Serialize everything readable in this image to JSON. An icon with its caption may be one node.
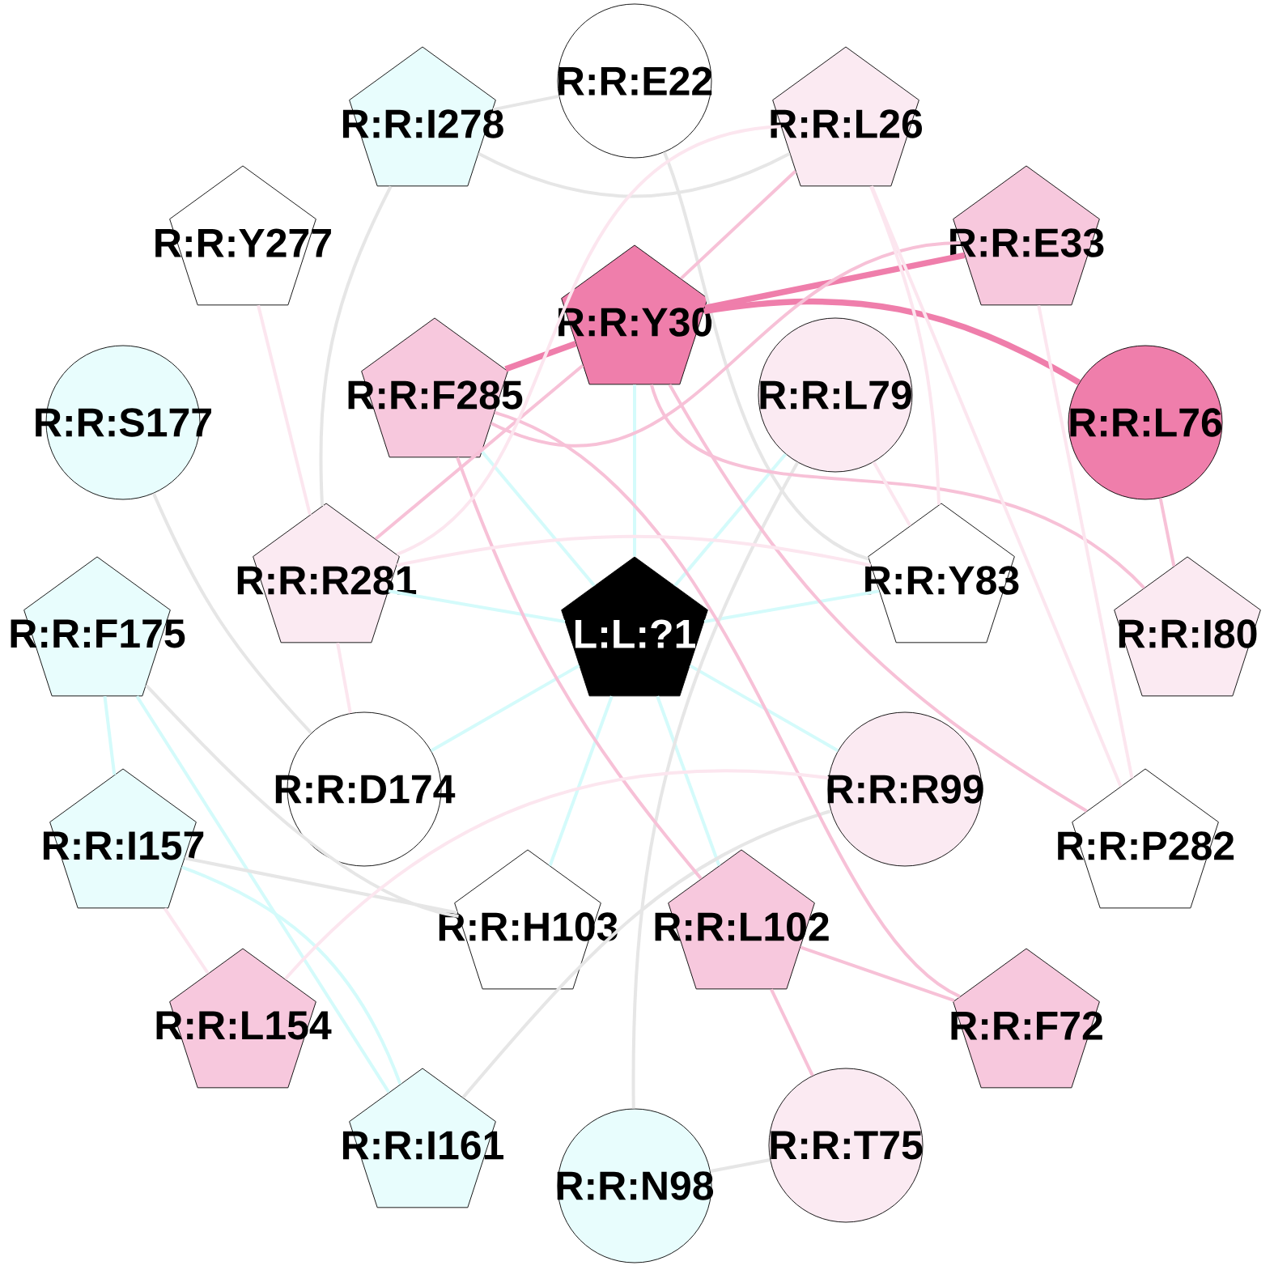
{
  "diagram": {
    "nodes": [
      {
        "text": [
          "R:R:E22"
        ]
      },
      {
        "text": [
          "R:R:I278"
        ]
      },
      {
        "text": [
          "R:R:L26"
        ]
      },
      {
        "text": [
          "R:R:Y277"
        ]
      },
      {
        "text": [
          "R:R:E33"
        ]
      },
      {
        "text": [
          "R:R:Y30"
        ]
      },
      {
        "text": [
          "R:R:F285"
        ]
      },
      {
        "text": [
          "R:R:L79"
        ]
      },
      {
        "text": [
          "R:R:S177"
        ]
      },
      {
        "text": [
          "R:R:L76"
        ]
      },
      {
        "text": [
          "R:R:R281"
        ]
      },
      {
        "text": [
          "R:R:Y83"
        ]
      },
      {
        "text": [
          "L:L:?1"
        ]
      },
      {
        "text": [
          "R:R:F175"
        ]
      },
      {
        "text": [
          "R:R:I80"
        ]
      },
      {
        "text": [
          "R:R:D174"
        ]
      },
      {
        "text": [
          "R:R:R99"
        ]
      },
      {
        "text": [
          "R:R:I157"
        ]
      },
      {
        "text": [
          "R:R:P282"
        ]
      },
      {
        "text": [
          "R:R:H103"
        ]
      },
      {
        "text": [
          "R:R:L102"
        ]
      },
      {
        "text": [
          "R:R:L154"
        ]
      },
      {
        "text": [
          "R:R:F72"
        ]
      },
      {
        "text": [
          "R:R:I161"
        ]
      },
      {
        "text": [
          "R:R:N98"
        ]
      },
      {
        "text": [
          "R:R:T75"
        ]
      }
    ],
    "edges": [
      {
        "from": 12,
        "to": 5,
        "arrow": "none",
        "color": "#d4fbfb"
      },
      {
        "from": 12,
        "to": 6,
        "arrow": "none",
        "color": "#d4fbfb"
      },
      {
        "from": 12,
        "to": 7,
        "arrow": "none",
        "color": "#d4fbfb"
      },
      {
        "from": 12,
        "to": 10,
        "arrow": "none",
        "color": "#d4fbfb"
      },
      {
        "from": 12,
        "to": 11,
        "arrow": "none",
        "color": "#d4fbfb"
      },
      {
        "from": 12,
        "to": 15,
        "arrow": "none",
        "color": "#d4fbfb"
      },
      {
        "from": 12,
        "to": 16,
        "arrow": "none",
        "color": "#d4fbfb"
      },
      {
        "from": 12,
        "to": 19,
        "arrow": "none",
        "color": "#d4fbfb"
      },
      {
        "from": 12,
        "to": 20,
        "arrow": "none",
        "color": "#d4fbfb"
      },
      {
        "from": 13,
        "to": 17,
        "arrow": "none",
        "color": "#d4fbfb"
      },
      {
        "from": 13,
        "to": 23,
        "arrow": "none",
        "color": "#d4fbfb"
      },
      {
        "from": 17,
        "to": 23,
        "arrow": "none",
        "color": "#d4fbfb"
      },
      {
        "from": 1,
        "to": 0,
        "arrow": "none",
        "color": "#e6e6e6"
      },
      {
        "from": 1,
        "to": 2,
        "arrow": "none",
        "color": "#e6e6e6"
      },
      {
        "from": 1,
        "to": 10,
        "arrow": "none",
        "color": "#e6e6e6"
      },
      {
        "from": 0,
        "to": 11,
        "arrow": "none",
        "color": "#e6e6e6"
      },
      {
        "from": 8,
        "to": 15,
        "arrow": "none",
        "color": "#e6e6e6"
      },
      {
        "from": 13,
        "to": 19,
        "arrow": "none",
        "color": "#e6e6e6"
      },
      {
        "from": 17,
        "to": 19,
        "arrow": "none",
        "color": "#e6e6e6"
      },
      {
        "from": 16,
        "to": 23,
        "arrow": "none",
        "color": "#e6e6e6"
      },
      {
        "from": 7,
        "to": 24,
        "arrow": "none",
        "color": "#e6e6e6"
      },
      {
        "from": 24,
        "to": 25,
        "arrow": "none",
        "color": "#e6e6e6"
      },
      {
        "from": 5,
        "to": 4,
        "arrow": "none",
        "style": "thick",
        "color": "#ef7eab"
      },
      {
        "from": 5,
        "to": 9,
        "arrow": "none",
        "style": "thick",
        "color": "#ef7eab"
      },
      {
        "from": 5,
        "to": 6,
        "arrow": "none",
        "style": "thick",
        "color": "#ef7eab"
      },
      {
        "from": 5,
        "to": 2,
        "arrow": "none",
        "color": "#f7c1d7"
      },
      {
        "from": 5,
        "to": 10,
        "arrow": "none",
        "color": "#f7c1d7"
      },
      {
        "from": 5,
        "to": 18,
        "arrow": "none",
        "color": "#f7c1d7"
      },
      {
        "from": 5,
        "to": 14,
        "arrow": "none",
        "color": "#f7c1d7"
      },
      {
        "from": 6,
        "to": 4,
        "arrow": "none",
        "color": "#f7c1d7"
      },
      {
        "from": 6,
        "to": 20,
        "arrow": "none",
        "color": "#f7c1d7"
      },
      {
        "from": 6,
        "to": 22,
        "arrow": "none",
        "color": "#f7c1d7"
      },
      {
        "from": 2,
        "to": 10,
        "arrow": "none",
        "color": "#fce6ef"
      },
      {
        "from": 2,
        "to": 11,
        "arrow": "none",
        "color": "#fce6ef"
      },
      {
        "from": 2,
        "to": 18,
        "arrow": "none",
        "color": "#fce6ef"
      },
      {
        "from": 4,
        "to": 18,
        "arrow": "none",
        "color": "#fce6ef"
      },
      {
        "from": 7,
        "to": 11,
        "arrow": "none",
        "color": "#fce6ef"
      },
      {
        "from": 10,
        "to": 11,
        "arrow": "none",
        "color": "#fce6ef"
      },
      {
        "from": 3,
        "to": 10,
        "arrow": "none",
        "color": "#fce6ef"
      },
      {
        "from": 10,
        "to": 15,
        "arrow": "none",
        "color": "#fce6ef"
      },
      {
        "from": 9,
        "to": 14,
        "arrow": "none",
        "color": "#f7c1d7"
      },
      {
        "from": 20,
        "to": 22,
        "arrow": "none",
        "color": "#f7c1d7"
      },
      {
        "from": 20,
        "to": 25,
        "arrow": "none",
        "color": "#f7c1d7"
      },
      {
        "from": 21,
        "to": 16,
        "arrow": "none",
        "color": "#fce6ef"
      },
      {
        "from": 17,
        "to": 21,
        "arrow": "none",
        "color": "#fce6ef"
      }
    ]
  }
}
